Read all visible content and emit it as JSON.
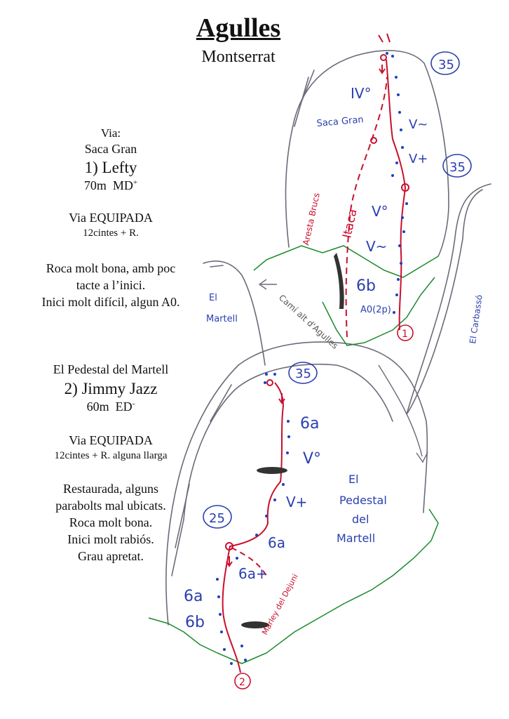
{
  "header": {
    "title": "Agulles",
    "subtitle": "Montserrat"
  },
  "route1": {
    "via_label": "Via:",
    "sector": "Saca Gran",
    "name": "1) Lefty",
    "length": "70m",
    "grade": "MD",
    "grade_mod": "+",
    "equipment_title": "Via EQUIPADA",
    "equipment": "12cintes + R.",
    "notes": [
      "Roca molt bona, amb poc",
      "tacte a l’inici.",
      "Inici molt difícil, algun A0."
    ]
  },
  "route2": {
    "sector": "El Pedestal del Martell",
    "name": "2) Jimmy  Jazz",
    "length": "60m",
    "grade": "ED",
    "grade_mod": "-",
    "equipment_title": "Via EQUIPADA",
    "equipment": "12cintes + R. alguna llarga",
    "notes": [
      "Restaurada, alguns",
      "parabolts mal ubicats.",
      "Roca molt bona.",
      "Inici molt rabiós.",
      "Grau apretat."
    ]
  },
  "topo": {
    "upper_rock_labels": {
      "r35_top": "35",
      "r35_mid": "35",
      "g1": "IV°",
      "g2": "V~",
      "g3": "V+",
      "g4": "V°",
      "g5": "V~",
      "g6": "6b",
      "g7": "A0(2p)",
      "saca_gran": "Saca Gran",
      "itaca": "Itaca",
      "arista_brucs": "Aresta Brucs",
      "start1": "1"
    },
    "lower_rock_labels": {
      "r35": "35",
      "r25": "25",
      "g1": "6a",
      "g2": "V°",
      "g3": "V+",
      "g4": "6a",
      "g5": "6a+",
      "g6": "6a",
      "g7": "6b",
      "pedestal_1": "El",
      "pedestal_2": "Pedestal",
      "pedestal_3": "del",
      "pedestal_4": "Martell",
      "marley": "Marley del Dejuni",
      "start2": "2"
    },
    "other_labels": {
      "martell_1": "El",
      "martell_2": "Martell",
      "cami": "Camí alt d'Agulles",
      "carbasso": "El Carbassó"
    },
    "colors": {
      "route": "#c8102e",
      "bolts": "#1f3fbf",
      "rock_outline": "#6b6b7a",
      "grass": "#1a8a2a",
      "ink_blue": "#2a3fb0"
    }
  }
}
